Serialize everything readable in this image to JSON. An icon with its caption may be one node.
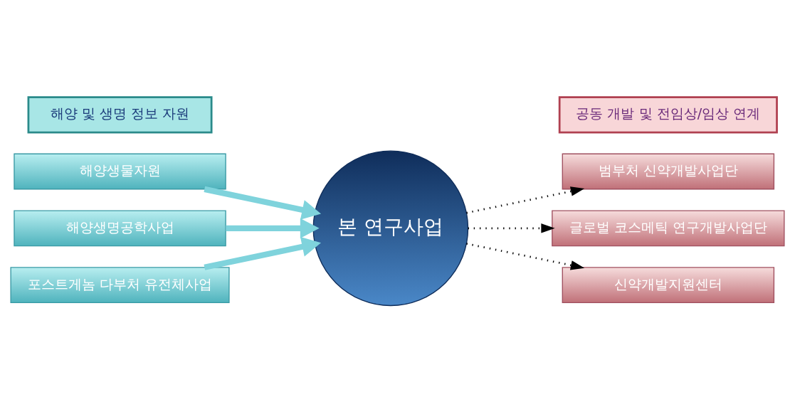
{
  "diagram": {
    "nodes": [
      {
        "text": [
          "해양 및 생명 정보 자원"
        ]
      },
      {
        "text": [
          "해양생물자원"
        ]
      },
      {
        "text": [
          "해양생명공학사업"
        ]
      },
      {
        "text": [
          "포스트게놈 다부처 유전체사업"
        ]
      },
      {
        "text": [
          "본 연구사업"
        ]
      },
      {
        "text": [
          "공동 개발 및 전임상/임상 연계"
        ]
      },
      {
        "text": [
          "범부처 신약개발사업단"
        ]
      },
      {
        "text": [
          "글로벌 코스메틱 연구개발사업단"
        ]
      },
      {
        "text": [
          "신약개발지원센터"
        ]
      }
    ],
    "edges": [
      {
        "from": 1,
        "to": 4,
        "arrow": "to",
        "style": "thick",
        "color": "#7fd3dc"
      },
      {
        "from": 2,
        "to": 4,
        "arrow": "to",
        "style": "thick",
        "color": "#7fd3dc"
      },
      {
        "from": 3,
        "to": 4,
        "arrow": "to",
        "style": "thick",
        "color": "#7fd3dc"
      },
      {
        "from": 4,
        "to": 6,
        "arrow": "to",
        "style": "dashed",
        "color": "#000000"
      },
      {
        "from": 4,
        "to": 7,
        "arrow": "to",
        "style": "dashed",
        "color": "#000000"
      },
      {
        "from": 4,
        "to": 8,
        "arrow": "to",
        "style": "dashed",
        "color": "#000000"
      }
    ]
  }
}
